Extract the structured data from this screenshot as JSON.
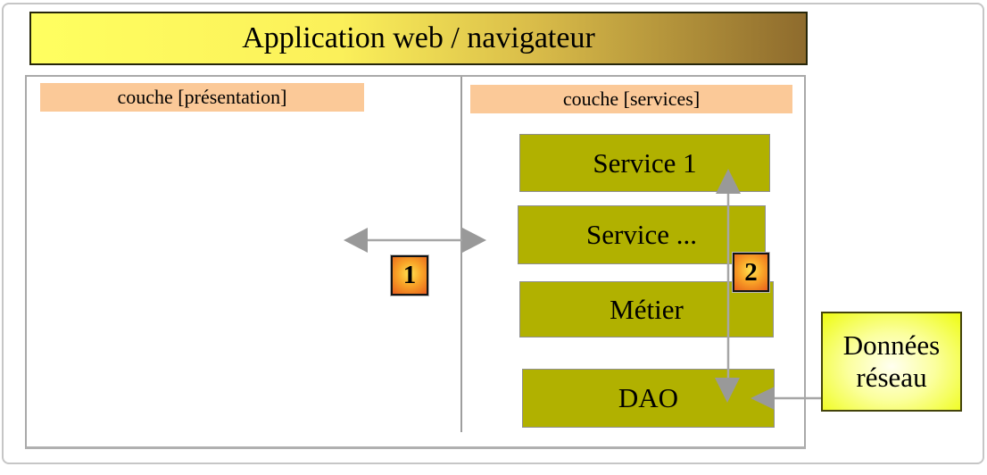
{
  "header": {
    "title": "Application web / navigateur"
  },
  "presentation_layer": {
    "label": "couche [présentation]"
  },
  "services_layer": {
    "label": "couche [services]",
    "boxes": [
      {
        "label": "Service 1"
      },
      {
        "label": "Service ..."
      },
      {
        "label": "Métier"
      },
      {
        "label": "DAO"
      }
    ]
  },
  "external": {
    "label_line1": "Données",
    "label_line2": "réseau"
  },
  "connectors": {
    "badge1": "1",
    "badge2": "2"
  },
  "colors": {
    "title_gradient_start": "#FFFF60",
    "title_gradient_end": "#8E6B2D",
    "layer_label_bg": "#FBC998",
    "service_box_fill": "#B1B100",
    "service_box_border": "#8F8F8F",
    "badge_center": "#FFE352",
    "badge_edge": "#E85D25",
    "external_box_fill": "#EEFC12",
    "arrow_gray": "#999999"
  }
}
